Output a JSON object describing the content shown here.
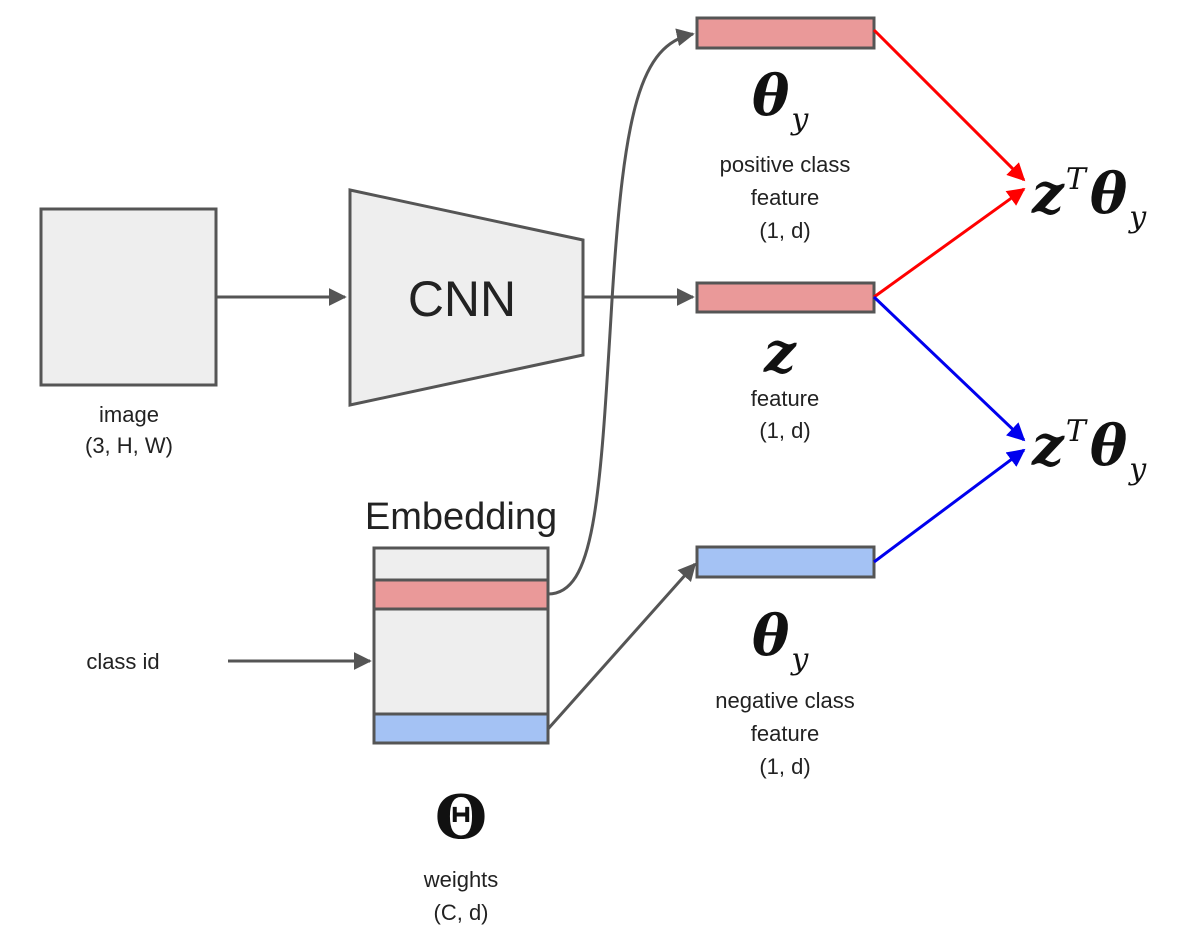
{
  "cnn": {
    "label": "CNN"
  },
  "embedding": {
    "title": "Embedding"
  },
  "image": {
    "label": "image",
    "shape": "(3, H, W)"
  },
  "class_id": {
    "label": "class id"
  },
  "weights": {
    "symbol": "Θ",
    "label": "weights",
    "shape": "(C, d)"
  },
  "positive": {
    "symbol": "θ",
    "subscript": "y",
    "line1": "positive class",
    "line2": "feature",
    "shape": "(1, d)",
    "bar_color": "#ea9999"
  },
  "feature": {
    "symbol": "z",
    "line1": "feature",
    "shape": "(1, d)",
    "bar_color": "#ea9999"
  },
  "negative": {
    "symbol": "θ",
    "subscript": "y",
    "line1": "negative class",
    "line2": "feature",
    "shape": "(1, d)",
    "bar_color": "#a4c2f4"
  },
  "score_positive": {
    "base": "z",
    "exp": "T",
    "theta": "θ",
    "sub": "y"
  },
  "score_negative": {
    "base": "z",
    "exp": "T",
    "theta": "θ",
    "sub": "y"
  },
  "colors": {
    "positive_arrow": "#ff0000",
    "negative_arrow": "#0000ee",
    "flow_arrow": "#555555",
    "box_fill": "#eeeeee"
  }
}
